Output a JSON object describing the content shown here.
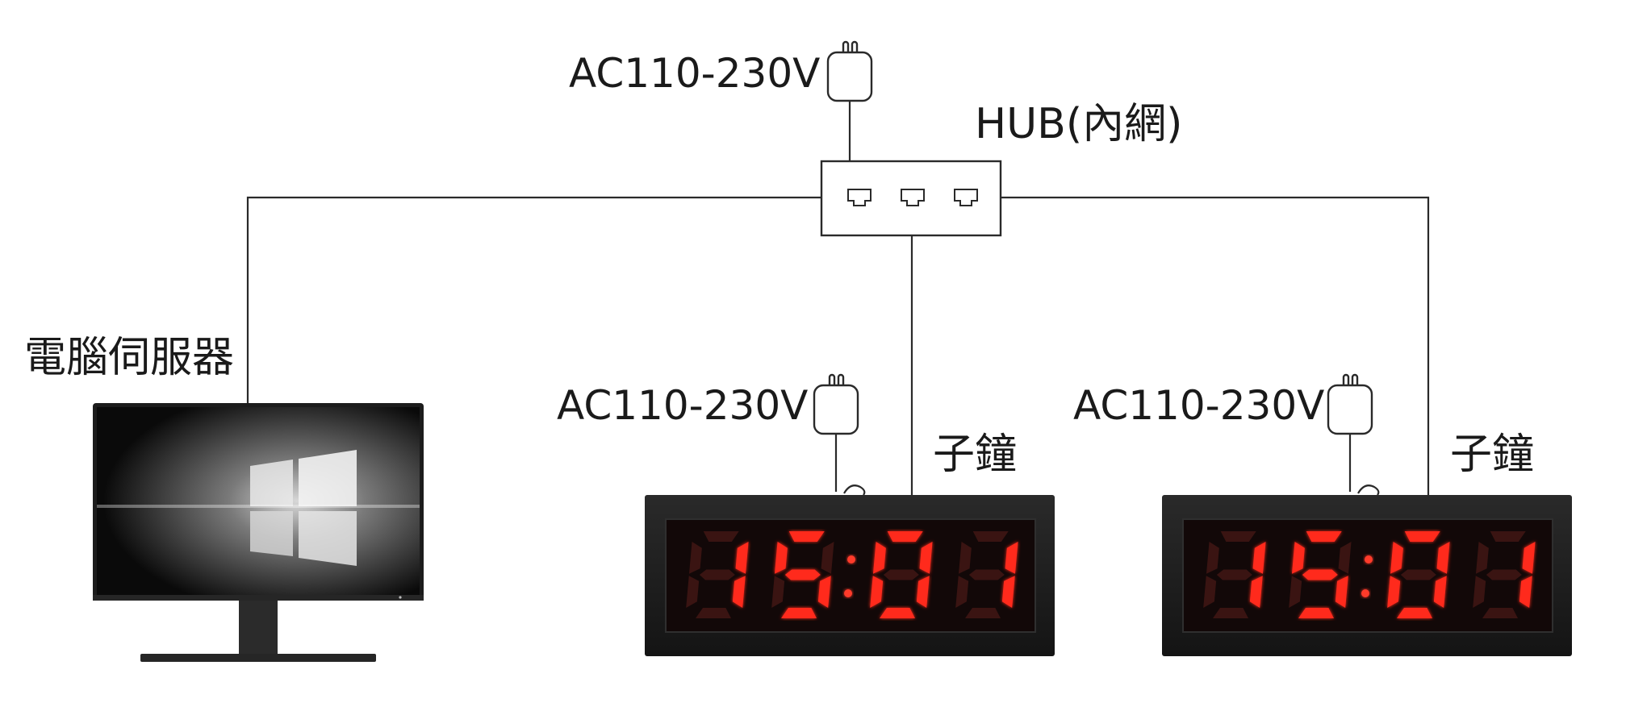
{
  "labels": {
    "power_top": "AC110-230V",
    "hub": "HUB(內網)",
    "server": "電腦伺服器",
    "power_clock_1": "AC110-230V",
    "power_clock_2": "AC110-230V",
    "sub_clock_1": "子鐘",
    "sub_clock_2": "子鐘"
  },
  "hub": {
    "ports": 3
  },
  "clocks": [
    {
      "digits": [
        "1",
        "5",
        "0",
        "1"
      ]
    },
    {
      "digits": [
        "1",
        "5",
        "0",
        "1"
      ]
    }
  ],
  "colors": {
    "wire": "#2a2a2a",
    "led_on": "#ff2a1f",
    "led_off": "#3a1412",
    "clock_case": "#1b1b1b"
  },
  "icons": [
    "power-plug-icon",
    "ethernet-port-icon",
    "monitor-icon",
    "windows-logo-icon"
  ]
}
